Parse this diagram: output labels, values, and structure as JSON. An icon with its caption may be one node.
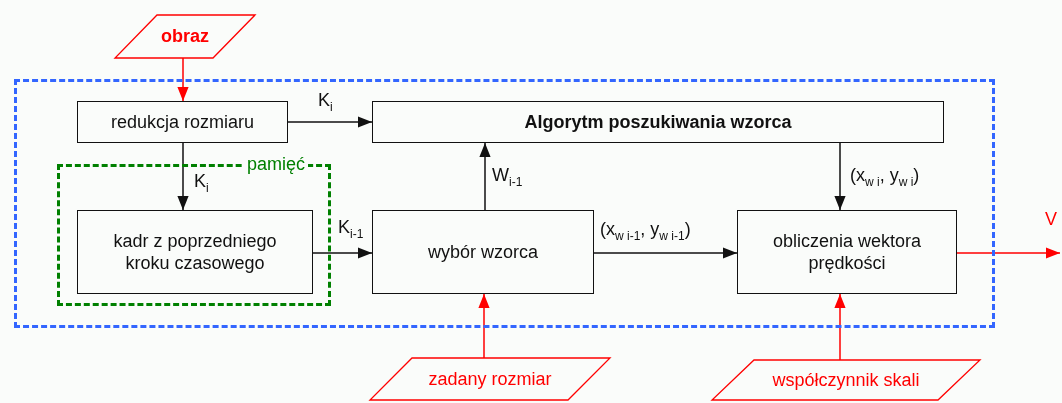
{
  "diagram": {
    "nodes": [
      {
        "text": [
          "obraz"
        ]
      },
      {
        "text": [],
        "shape": "box"
      },
      {
        "text": [
          "redukcja rozmiaru"
        ],
        "in": 1
      },
      {
        "text": [
          "Algorytm poszukiwania wzorca"
        ],
        "in": 1
      },
      {
        "text": [
          "pamięć"
        ],
        "in": 1
      },
      {
        "text": [
          "kadr z poprzedniego kroku czasowego"
        ],
        "in": 4
      },
      {
        "text": [
          "wybór wzorca"
        ],
        "in": 1
      },
      {
        "text": [
          "obliczenia wektora prędkości"
        ],
        "in": 1
      },
      {
        "text": [
          "zadany rozmiar"
        ]
      },
      {
        "text": [
          "współczynnik skali"
        ]
      }
    ],
    "edges": [
      {
        "from": 0,
        "to": 2,
        "arrow": "to",
        "color": "#ff0000"
      },
      {
        "from": 2,
        "to": 3,
        "arrow": "to",
        "label": "K$_{i}$"
      },
      {
        "from": 2,
        "to": 5,
        "arrow": "to",
        "label": "K$_{i}$"
      },
      {
        "from": 5,
        "to": 6,
        "arrow": "to",
        "label": "K$_{i-1}$"
      },
      {
        "from": 6,
        "to": 3,
        "arrow": "to",
        "label": "W$_{i-1}$"
      },
      {
        "from": 3,
        "to": 7,
        "arrow": "to",
        "label": "(x$_{w i}$, y$_{w i}$)"
      },
      {
        "from": 6,
        "to": 7,
        "arrow": "to",
        "label": "(x$_{w i-1}$, y$_{w i-1}$)"
      },
      {
        "from": 7,
        "to": null,
        "arrow": "to",
        "label": "V",
        "color": "#ff0000"
      },
      {
        "from": 8,
        "to": 6,
        "arrow": "to",
        "color": "#ff0000"
      },
      {
        "from": 9,
        "to": 7,
        "arrow": "to",
        "color": "#ff0000"
      }
    ]
  }
}
